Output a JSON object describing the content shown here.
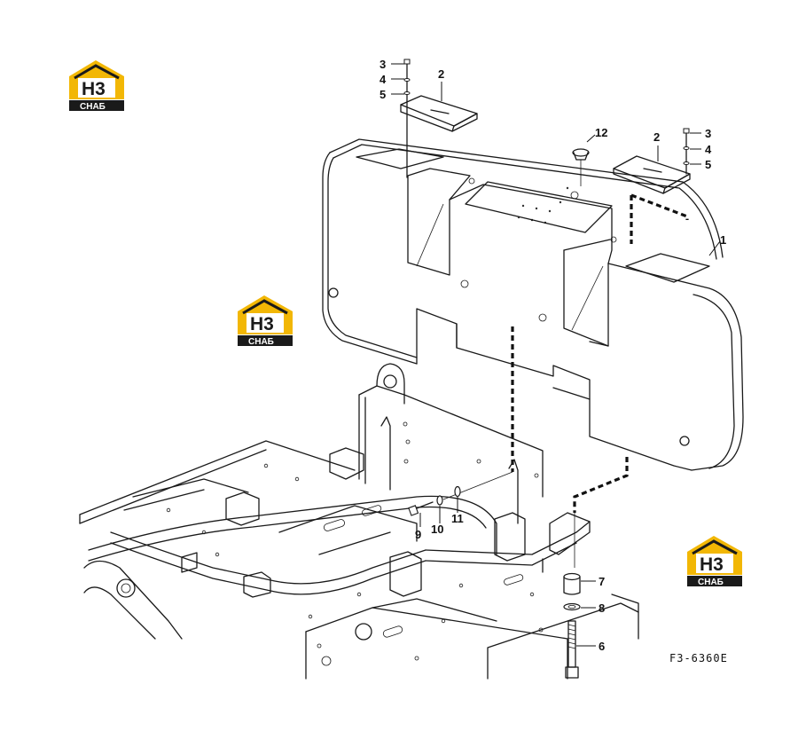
{
  "callouts": {
    "c1": "1",
    "c2a": "2",
    "c2b": "2",
    "c3a": "3",
    "c3b": "3",
    "c4a": "4",
    "c4b": "4",
    "c5a": "5",
    "c5b": "5",
    "c6": "6",
    "c7": "7",
    "c8": "8",
    "c9": "9",
    "c10": "10",
    "c11": "11",
    "c12": "12"
  },
  "figure_code": "F3-6360E",
  "watermark": {
    "mark": "H3",
    "caption": "СНАБ",
    "colors": {
      "gold": "#f2b705",
      "dark": "#1a1a1a"
    }
  },
  "colors": {
    "line": "#1a1a1a",
    "background": "#ffffff"
  }
}
